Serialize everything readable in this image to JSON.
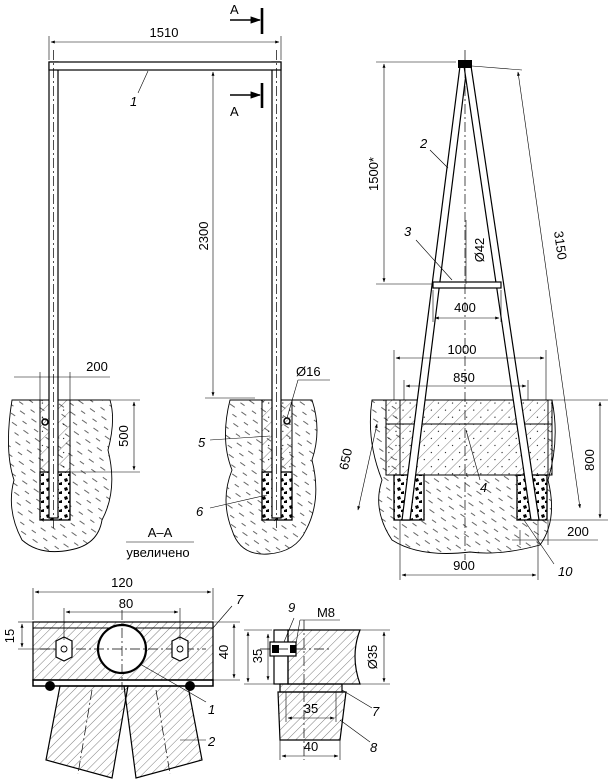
{
  "section": {
    "marker": "А",
    "title": "А–А",
    "note": "увеличено"
  },
  "callouts": [
    "1",
    "2",
    "3",
    "4",
    "5",
    "6",
    "7",
    "8",
    "9",
    "10"
  ],
  "dimensions": {
    "front_width": "1510",
    "front_height": "2300",
    "front_diameter": "Ø16",
    "front_offset": "200",
    "front_depth": "500",
    "side_height": "1500*",
    "side_length": "3150",
    "side_diameter": "Ø42",
    "side_brace": "400",
    "side_top_width": "1000",
    "side_block_width": "850",
    "side_bottom_width": "900",
    "side_depth": "800",
    "side_slope": "650",
    "side_offset": "200",
    "detail_width": "120",
    "detail_bolt_spacing": "80",
    "detail_edge": "15",
    "detail_height": "40",
    "detail_side_height": "35",
    "detail_diameter": "Ø35",
    "detail_bolt": "M8",
    "detail_inner_width": "35",
    "detail_outer_width": "40"
  },
  "colors": {
    "line": "#000000",
    "background": "#ffffff"
  }
}
